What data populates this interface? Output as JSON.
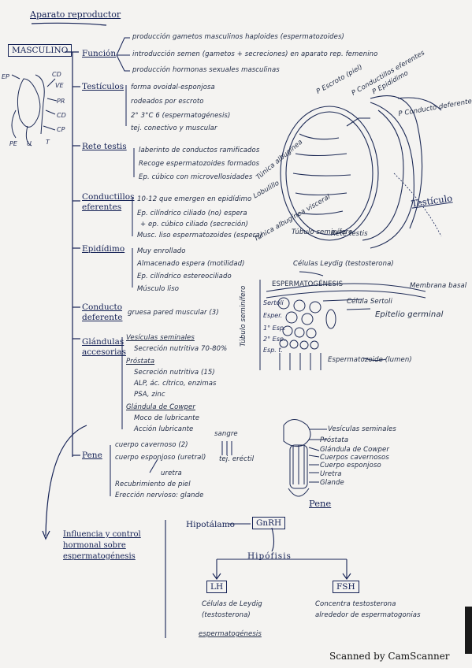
{
  "title": "Aparato reproductor",
  "masculino": "MASCULINO",
  "diagram_labels": {
    "ep": "EP",
    "cd": "CD",
    "ve": "VE",
    "pe": "PE",
    "u": "U",
    "cp": "CP",
    "t": "T",
    "cd2": "CD",
    "pr": "PR"
  },
  "funcion": {
    "label": "Función",
    "items": [
      "producción gametos masculinos haploides (espermatozoides)",
      "introducción semen (gametos + secreciones) en aparato rep. femenino",
      "producción hormonas sexuales masculinas"
    ]
  },
  "testiculos": {
    "label": "Testículos",
    "items": [
      "forma ovoidal-esponjosa",
      "rodeados por escroto",
      "2° 3°C 6 (espermatogénesis)",
      "tej. conectivo y muscular"
    ]
  },
  "rete": {
    "label": "Rete testis",
    "items": [
      "laberinto de conductos ramificados",
      "Recoge espermatozoides formados",
      "Ep. cúbico con microvellosidades"
    ]
  },
  "conductillos": {
    "label": "Conductillos eferentes",
    "items": [
      "10-12 que emergen en epidídimo",
      "Ep. cilíndrico ciliado (no) espera",
      "+ ep. cúbico ciliado (secreción)",
      "Musc. liso espermatozoides (espera)"
    ]
  },
  "epididimo": {
    "label": "Epidídimo",
    "items": [
      "Muy enrollado",
      "Almacenado espera (motilidad)",
      "Ep. cilíndrico estereociliado",
      "Músculo liso"
    ]
  },
  "deferente": {
    "label": "Conducto deferente",
    "items": [
      "gruesa pared muscular (3)"
    ]
  },
  "glandulas": {
    "label": "Glándulas accesorias",
    "vesiculas": {
      "label": "Vesículas seminales",
      "items": [
        "Secreción nutritiva 70-80%"
      ]
    },
    "prostata": {
      "label": "Próstata",
      "items": [
        "Secreción nutritiva (15)",
        "ALP, ác. cítrico, enzimas",
        "PSA, zinc"
      ]
    },
    "cowper": {
      "label": "Glándula de Cowper",
      "items": [
        "Moco de lubricante",
        "Acción lubricante"
      ]
    }
  },
  "pene": {
    "label": "Pene",
    "items": [
      "cuerpo cavernoso (2)",
      "cuerpo esponjoso (uretral)",
      "uretra",
      "Recubrimiento de piel",
      "Erección nervioso: glande"
    ],
    "sangre": "sangre",
    "tej_erectil": "tej. eréctil"
  },
  "testiculo_diagram": {
    "labels": [
      "P Escroto (piel)",
      "P Conductillos eferentes",
      "P Epidídimo",
      "P Conducto deferente",
      "Túnica albugínea",
      "Lobulillo",
      "Túnica albugínea visceral",
      "Túbulo seminífero",
      "Rete testis"
    ],
    "title": "Testículo"
  },
  "espermato": {
    "title": "ESPERMATOGÉNESIS",
    "celulas_leydig": "Células Leydig (testosterona)",
    "side": "Túbulo seminífero",
    "membrana": "Membrana basal",
    "sertoli": "Célula Sertoli",
    "epitelio": "Epitelio germinal",
    "rows": [
      "Sertoli",
      "Esper.",
      "1° Esp.",
      "2° Esp.",
      "Esp. t."
    ],
    "espermatozoide": "Espermatozoide (lumen)"
  },
  "pene_diagram": {
    "title": "Pene",
    "labels": [
      "Vesículas seminales",
      "Próstata",
      "Glándula de Cowper",
      "Cuerpos cavernosos",
      "Cuerpo esponjoso",
      "Uretra",
      "Glande"
    ]
  },
  "influencia": {
    "label": "Influencia y control hormonal sobre espermatogénesis",
    "hipotalamo": "Hipotálamo",
    "gnrh": "GnRH",
    "hipofisis": "Hipófisis",
    "lh": "LH",
    "fsh": "FSH",
    "lh_target": [
      "Células de Leydig",
      "(testosterona)",
      "espermatogénesis"
    ],
    "fsh_target": [
      "Concentra testosterona",
      "alrededor de espermatogonias"
    ]
  },
  "scanned": "Scanned by CamScanner"
}
